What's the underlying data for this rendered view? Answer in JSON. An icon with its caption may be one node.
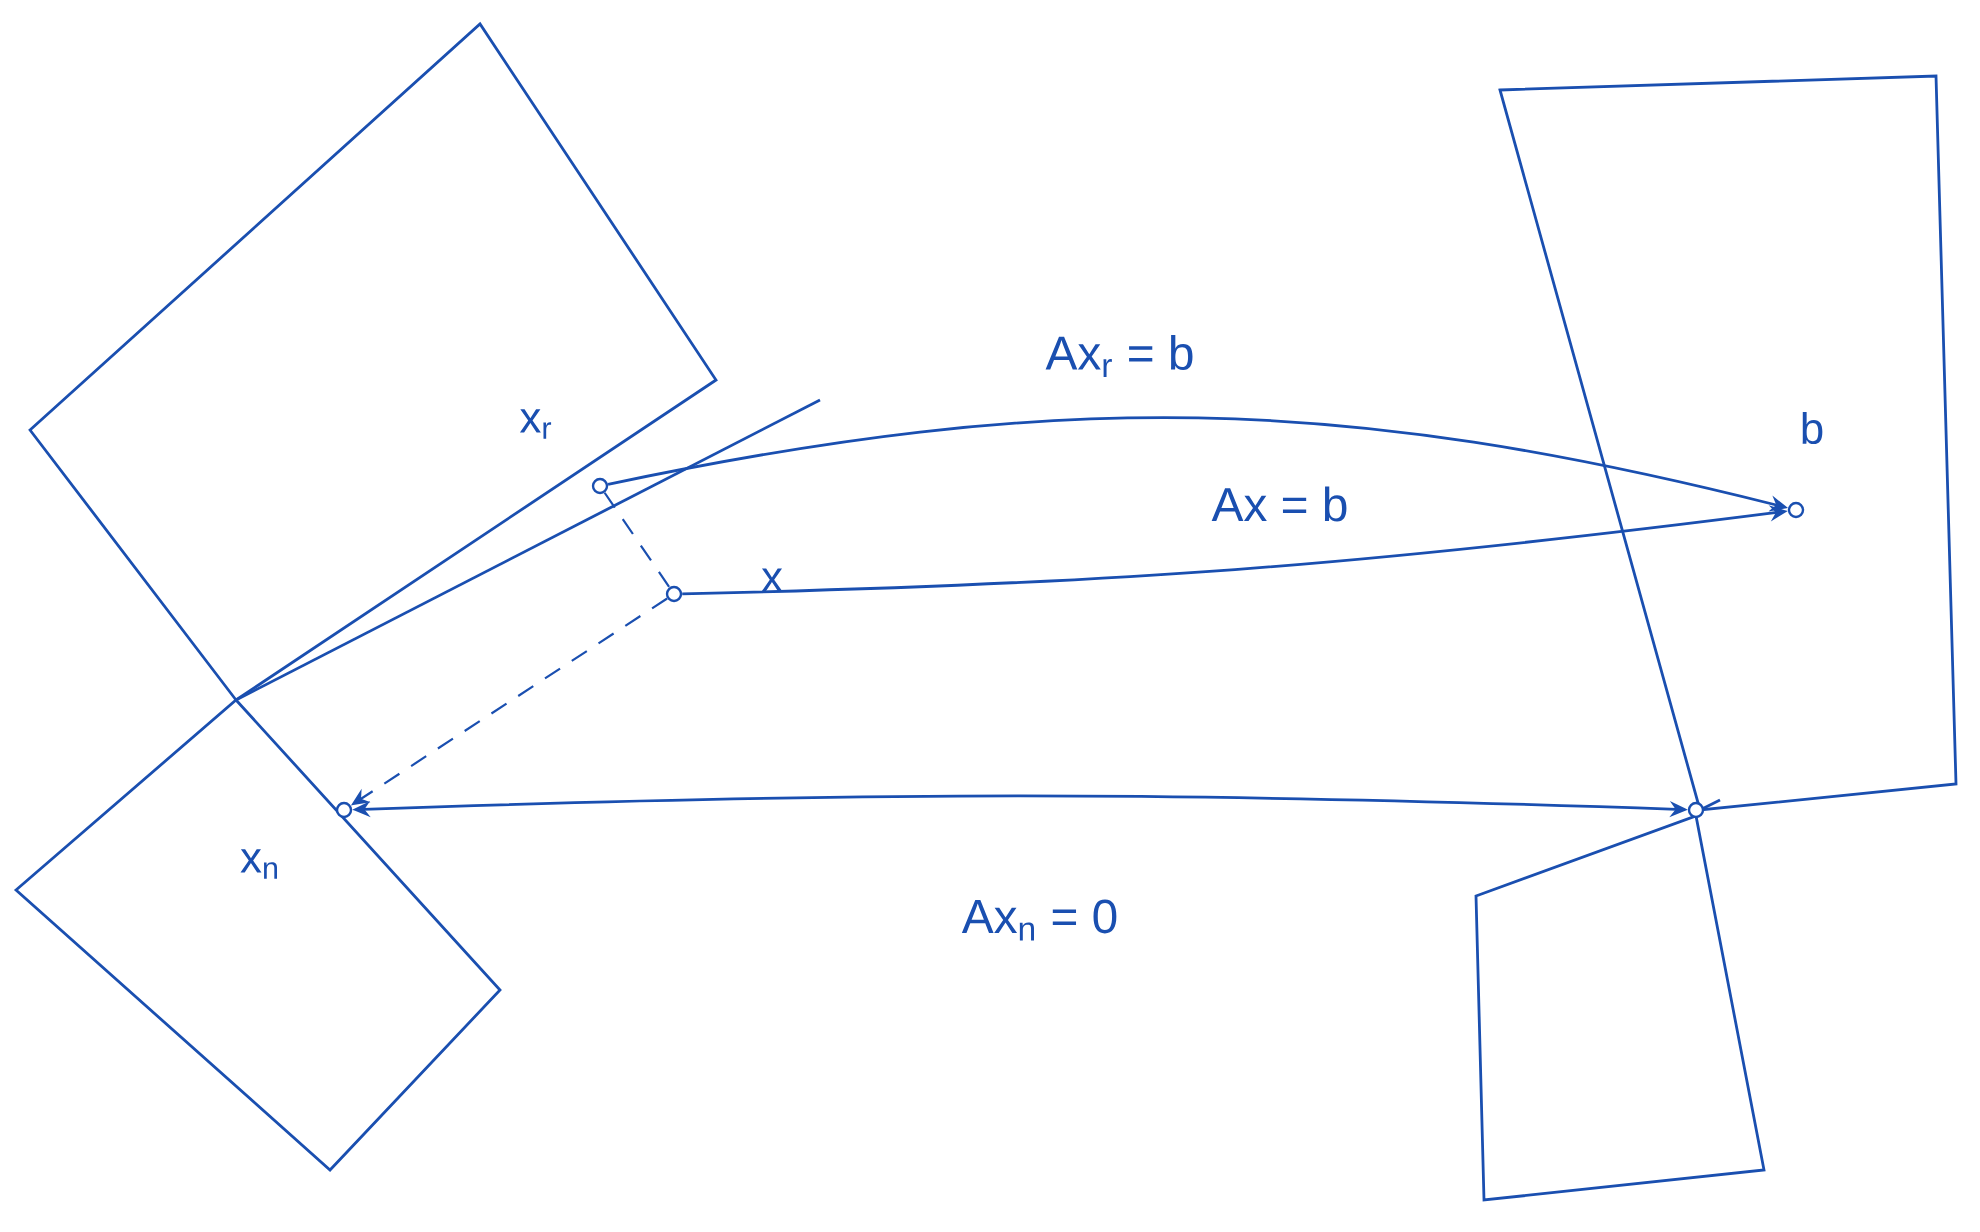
{
  "diagram": {
    "nodes": [
      {
        "text": [],
        "shape": "box"
      },
      {
        "text": [],
        "shape": "box"
      },
      {
        "text": [],
        "shape": "box"
      },
      {
        "text": [],
        "shape": "box"
      },
      {
        "text": [
          "x$_{r}$"
        ]
      },
      {
        "text": [
          "x"
        ]
      },
      {
        "text": [
          "x$_{n}$"
        ]
      },
      {
        "text": [
          "b"
        ],
        "in": 2
      },
      {
        "text": [],
        "shape": "circle"
      }
    ],
    "edges": [
      {
        "from": 4,
        "to": 7,
        "arrow": "to",
        "label": "Ax$_{r}$ = b"
      },
      {
        "from": 5,
        "to": 7,
        "arrow": "to",
        "label": "Ax = b"
      },
      {
        "from": 6,
        "to": 8,
        "arrow": "both",
        "label": "Ax$_{n}$ = 0"
      },
      {
        "from": 4,
        "to": 5,
        "arrow": "none",
        "style": "dashed"
      },
      {
        "from": 5,
        "to": 6,
        "arrow": "to",
        "style": "dashed"
      }
    ]
  }
}
